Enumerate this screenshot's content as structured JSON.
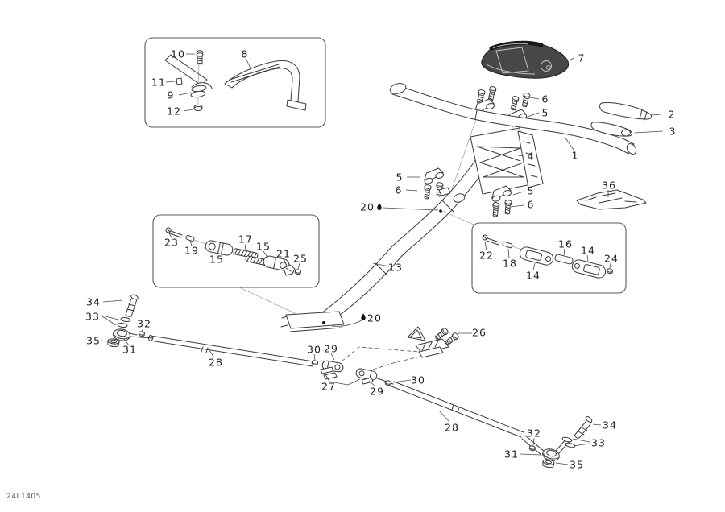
{
  "diagram": {
    "code": "24L1405",
    "colors": {
      "line": "#3a3a3a",
      "label": "#222222",
      "grease_marker": "#111111",
      "pad_fill": "#474747"
    },
    "labels": [
      {
        "text": "10"
      },
      {
        "text": "8"
      },
      {
        "text": "11"
      },
      {
        "text": "9"
      },
      {
        "text": "12"
      },
      {
        "text": "7"
      },
      {
        "text": "6"
      },
      {
        "text": "5"
      },
      {
        "text": "2"
      },
      {
        "text": "3"
      },
      {
        "text": "4"
      },
      {
        "text": "1"
      },
      {
        "text": "5"
      },
      {
        "text": "6"
      },
      {
        "text": "5"
      },
      {
        "text": "6"
      },
      {
        "text": "36"
      },
      {
        "text": "20"
      },
      {
        "text": "23"
      },
      {
        "text": "19"
      },
      {
        "text": "15"
      },
      {
        "text": "17"
      },
      {
        "text": "15"
      },
      {
        "text": "21"
      },
      {
        "text": "25"
      },
      {
        "text": "22"
      },
      {
        "text": "18"
      },
      {
        "text": "14"
      },
      {
        "text": "16"
      },
      {
        "text": "14"
      },
      {
        "text": "24"
      },
      {
        "text": "13"
      },
      {
        "text": "34"
      },
      {
        "text": "33"
      },
      {
        "text": "35"
      },
      {
        "text": "31"
      },
      {
        "text": "32"
      },
      {
        "text": "28"
      },
      {
        "text": "30"
      },
      {
        "text": "29"
      },
      {
        "text": "26"
      },
      {
        "text": "27"
      },
      {
        "text": "29"
      },
      {
        "text": "30"
      },
      {
        "text": "20"
      },
      {
        "text": "28"
      },
      {
        "text": "32"
      },
      {
        "text": "31"
      },
      {
        "text": "34"
      },
      {
        "text": "33"
      },
      {
        "text": "35"
      }
    ]
  }
}
